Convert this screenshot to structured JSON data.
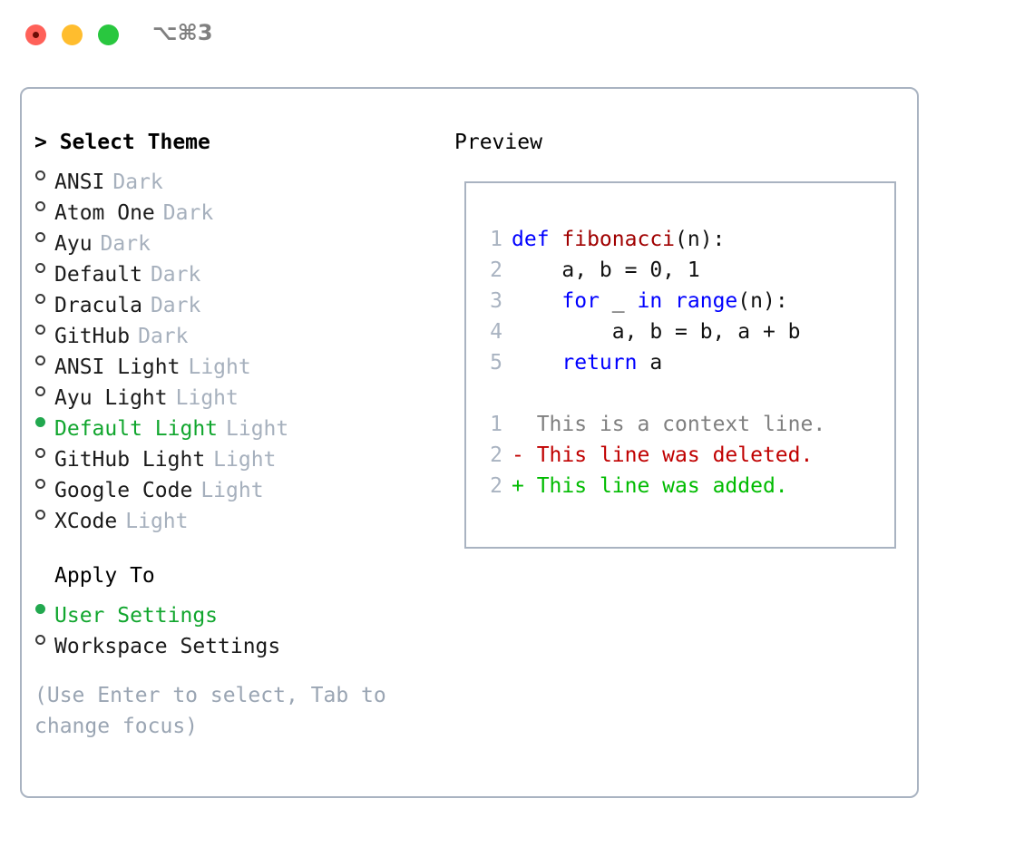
{
  "titlebar": {
    "shortcut": "⌥⌘3",
    "buttons": [
      "close",
      "minimize",
      "maximize"
    ]
  },
  "left": {
    "heading": "> Select Theme",
    "themes": [
      {
        "name": "ANSI",
        "tag": "Dark",
        "selected": false
      },
      {
        "name": "Atom One",
        "tag": "Dark",
        "selected": false
      },
      {
        "name": "Ayu",
        "tag": "Dark",
        "selected": false
      },
      {
        "name": "Default",
        "tag": "Dark",
        "selected": false
      },
      {
        "name": "Dracula",
        "tag": "Dark",
        "selected": false
      },
      {
        "name": "GitHub",
        "tag": "Dark",
        "selected": false
      },
      {
        "name": "ANSI Light",
        "tag": "Light",
        "selected": false
      },
      {
        "name": "Ayu Light",
        "tag": "Light",
        "selected": false
      },
      {
        "name": "Default Light",
        "tag": "Light",
        "selected": true
      },
      {
        "name": "GitHub Light",
        "tag": "Light",
        "selected": false
      },
      {
        "name": "Google Code",
        "tag": "Light",
        "selected": false
      },
      {
        "name": "XCode",
        "tag": "Light",
        "selected": false
      }
    ],
    "apply_heading": "Apply To",
    "apply_options": [
      {
        "name": "User Settings",
        "selected": true
      },
      {
        "name": "Workspace Settings",
        "selected": false
      }
    ],
    "hint": "(Use Enter to select, Tab to change focus)"
  },
  "right": {
    "heading": "Preview",
    "code_lines": [
      {
        "no": "1",
        "tokens": [
          {
            "t": "def ",
            "c": "kw"
          },
          {
            "t": "fibonacci",
            "c": "fn"
          },
          {
            "t": "(n):",
            "c": "plain"
          }
        ]
      },
      {
        "no": "2",
        "tokens": [
          {
            "t": "    a, b = 0, 1",
            "c": "plain"
          }
        ]
      },
      {
        "no": "3",
        "tokens": [
          {
            "t": "    ",
            "c": "plain"
          },
          {
            "t": "for",
            "c": "kw"
          },
          {
            "t": " _ ",
            "c": "plain"
          },
          {
            "t": "in",
            "c": "kw"
          },
          {
            "t": " ",
            "c": "plain"
          },
          {
            "t": "range",
            "c": "kw"
          },
          {
            "t": "(n):",
            "c": "plain"
          }
        ]
      },
      {
        "no": "4",
        "tokens": [
          {
            "t": "        a, b = b, a + b",
            "c": "plain"
          }
        ]
      },
      {
        "no": "5",
        "tokens": [
          {
            "t": "    ",
            "c": "plain"
          },
          {
            "t": "return",
            "c": "kw"
          },
          {
            "t": " a",
            "c": "plain"
          }
        ]
      }
    ],
    "diff_lines": [
      {
        "no": "1",
        "marker": " ",
        "text": " This is a context line.",
        "kind": "ctx"
      },
      {
        "no": "2",
        "marker": "-",
        "text": " This line was deleted.",
        "kind": "del"
      },
      {
        "no": "2",
        "marker": "+",
        "text": " This line was added.",
        "kind": "add"
      }
    ]
  },
  "colors": {
    "accent_green": "#11a62e",
    "bullet_green": "#22a84f",
    "muted": "#a6b0bd",
    "hint": "#9aa5b3",
    "border": "#a9b3c1",
    "keyword": "#0000ff",
    "function": "#a00000",
    "diff_context": "#7f7f7f",
    "diff_deleted": "#c00000",
    "diff_added": "#00bb00",
    "traffic_red": "#ff6159",
    "traffic_yellow": "#ffbd2e",
    "traffic_green": "#29c73f"
  }
}
